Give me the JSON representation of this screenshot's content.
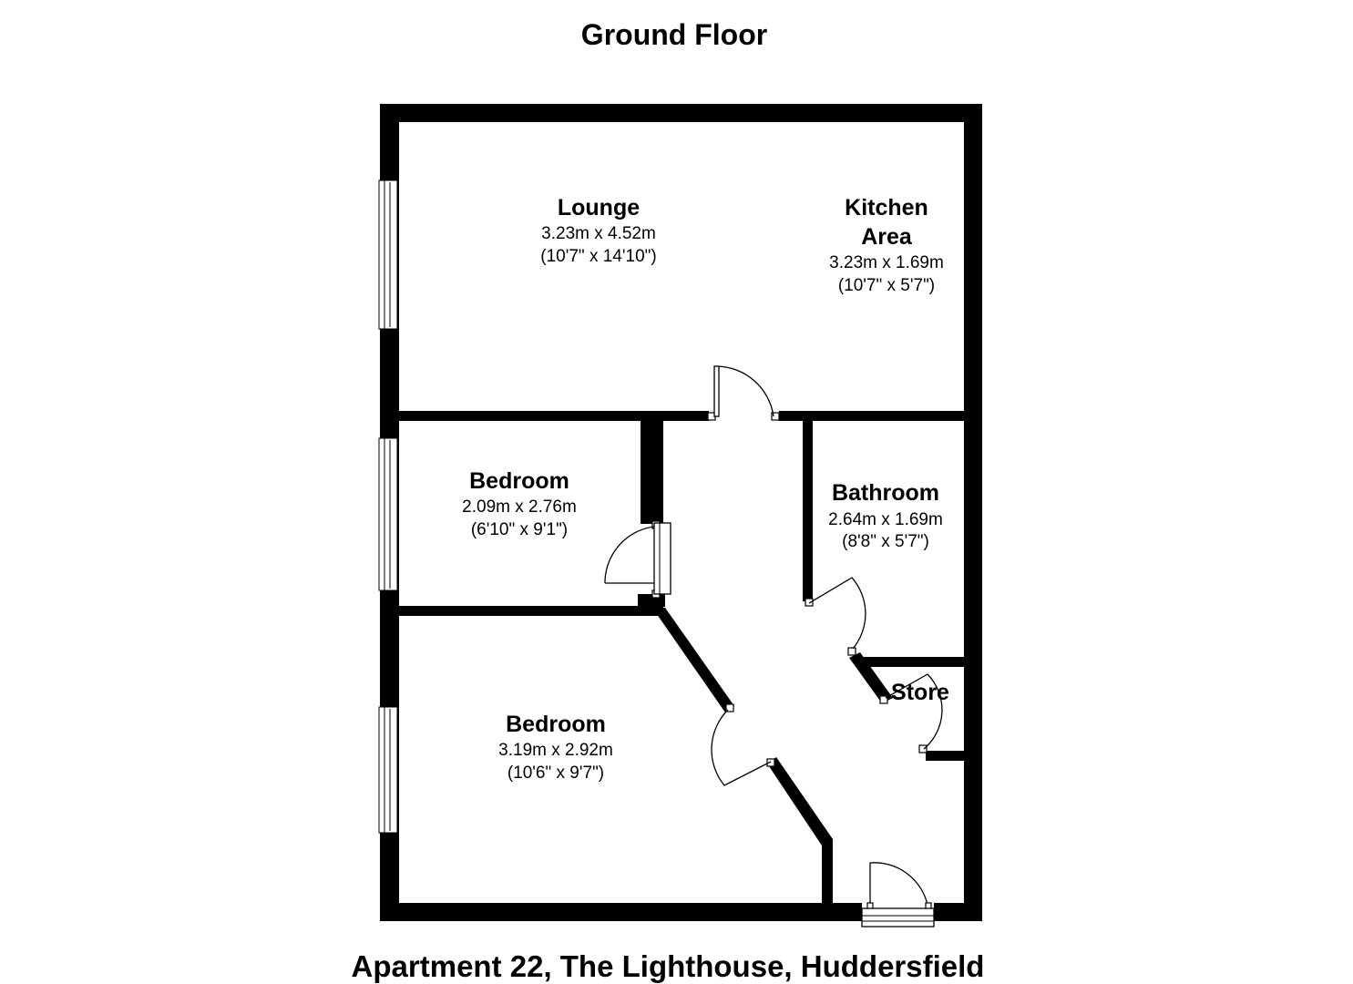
{
  "title": "Ground Floor",
  "footer": "Apartment 22, The Lighthouse, Huddersfield",
  "rooms": {
    "lounge": {
      "name": "Lounge",
      "metric": "3.23m x 4.52m",
      "imperial": "(10'7\" x 14'10\")"
    },
    "kitchen": {
      "name_line1": "Kitchen",
      "name_line2": "Area",
      "metric": "3.23m x 1.69m",
      "imperial": "(10'7\" x 5'7\")"
    },
    "bedroom1": {
      "name": "Bedroom",
      "metric": "2.09m x 2.76m",
      "imperial": "(6'10\" x 9'1\")"
    },
    "bathroom": {
      "name": "Bathroom",
      "metric": "2.64m x 1.69m",
      "imperial": "(8'8\" x 5'7\")"
    },
    "store": {
      "name": "Store"
    },
    "bedroom2": {
      "name": "Bedroom",
      "metric": "3.19m x 2.92m",
      "imperial": "(10'6\" x 9'7\")"
    }
  },
  "colors": {
    "wall": "#000000",
    "background": "#ffffff"
  }
}
